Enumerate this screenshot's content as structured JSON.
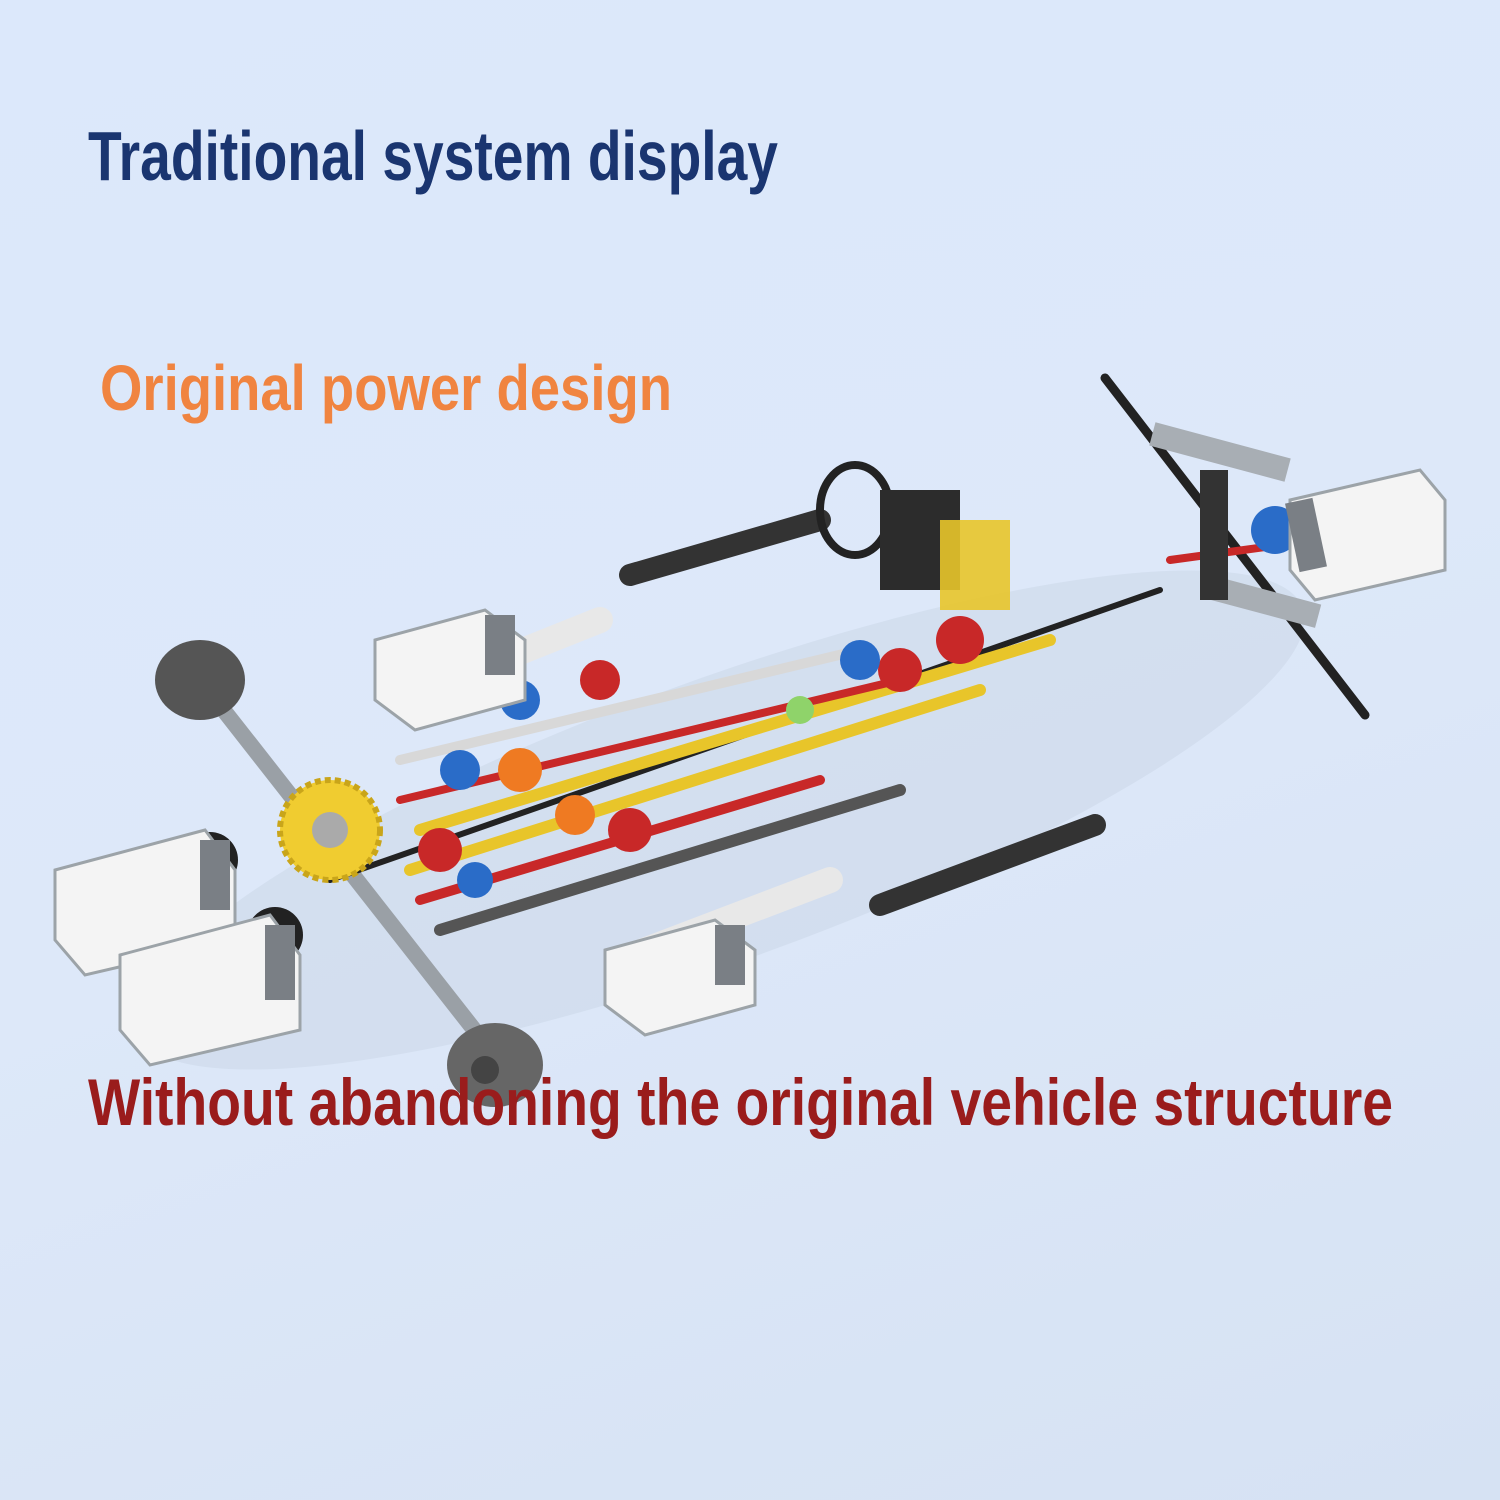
{
  "headline": "Traditional system display",
  "subheadline": "Original power design",
  "caption": "Without abandoning the original vehicle structure",
  "colors": {
    "background": "#dce8fb",
    "headline": "#1a3570",
    "subheadline": "#f08440",
    "caption": "#9a1c1c"
  }
}
